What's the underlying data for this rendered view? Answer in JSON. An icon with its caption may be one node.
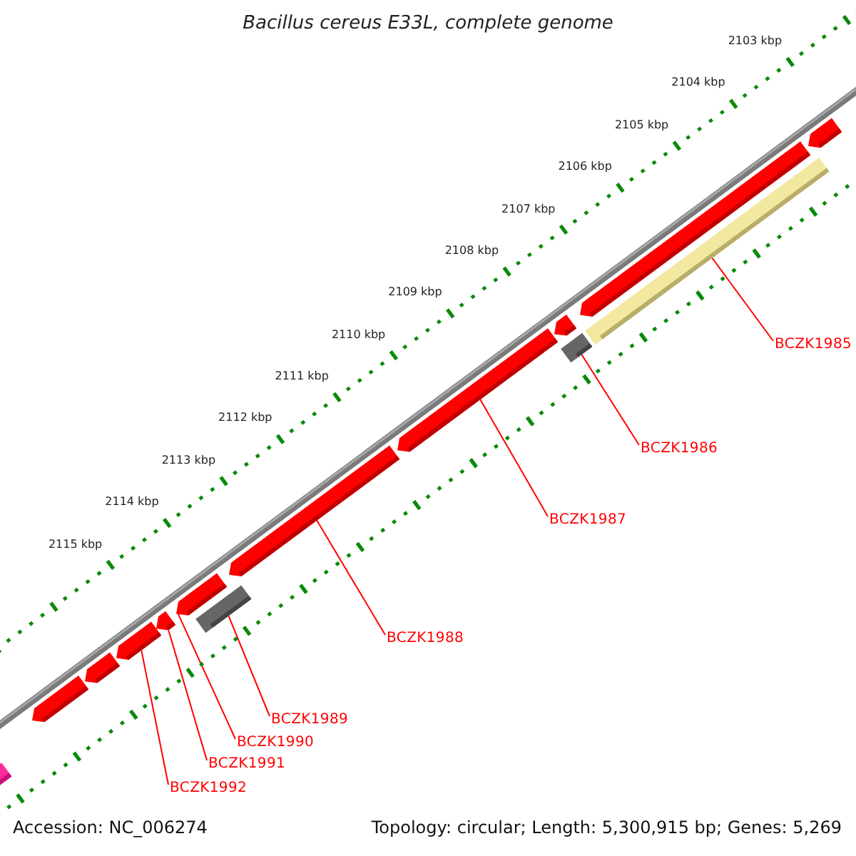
{
  "diagram": {
    "title": "Bacillus cereus E33L, complete genome",
    "nodes": [
      {
        "text": [
          "BCZK1985"
        ]
      },
      {
        "text": [
          "BCZK1986"
        ]
      },
      {
        "text": [
          "BCZK1987"
        ]
      },
      {
        "text": [
          "BCZK1988"
        ]
      },
      {
        "text": [
          "BCZK1989"
        ]
      },
      {
        "text": [
          "BCZK1990"
        ]
      },
      {
        "text": [
          "BCZK1991"
        ]
      },
      {
        "text": [
          "BCZK1992"
        ]
      },
      {
        "text": [],
        "shape": "bar"
      },
      {
        "text": [],
        "shape": "bar"
      },
      {
        "text": [],
        "shape": "bar"
      },
      {
        "text": [],
        "shape": "bar"
      },
      {
        "text": [],
        "shape": "bar"
      },
      {
        "text": [],
        "shape": "bar"
      },
      {
        "text": [],
        "shape": "bar"
      },
      {
        "text": [],
        "shape": "bar"
      },
      {
        "text": [],
        "shape": "bar"
      },
      {
        "text": [],
        "shape": "bar"
      },
      {
        "text": [],
        "shape": "bar"
      },
      {
        "text": [],
        "shape": "bar"
      },
      {
        "text": [],
        "shape": "bar"
      },
      {
        "text": [],
        "shape": "bar"
      }
    ],
    "edges": [
      {
        "from": 0,
        "to": 19,
        "arrow": "none"
      },
      {
        "from": 1,
        "to": 17,
        "arrow": "none"
      },
      {
        "from": 2,
        "to": 16,
        "arrow": "none"
      },
      {
        "from": 3,
        "to": 15,
        "arrow": "none"
      },
      {
        "from": 4,
        "to": 13,
        "arrow": "none"
      },
      {
        "from": 5,
        "to": 14,
        "arrow": "none"
      },
      {
        "from": 6,
        "to": 12,
        "arrow": "none"
      },
      {
        "from": 7,
        "to": 11,
        "arrow": "none"
      }
    ],
    "labels": [
      "2103 kbp",
      "2104 kbp",
      "2105 kbp",
      "2106 kbp",
      "2107 kbp",
      "2108 kbp",
      "2109 kbp",
      "2110 kbp",
      "2111 kbp",
      "2112 kbp",
      "2113 kbp",
      "2114 kbp",
      "2115 kbp",
      "Accession: NC_006274",
      "Topology: circular; Length: 5,300,915 bp; Genes: 5,269"
    ]
  }
}
